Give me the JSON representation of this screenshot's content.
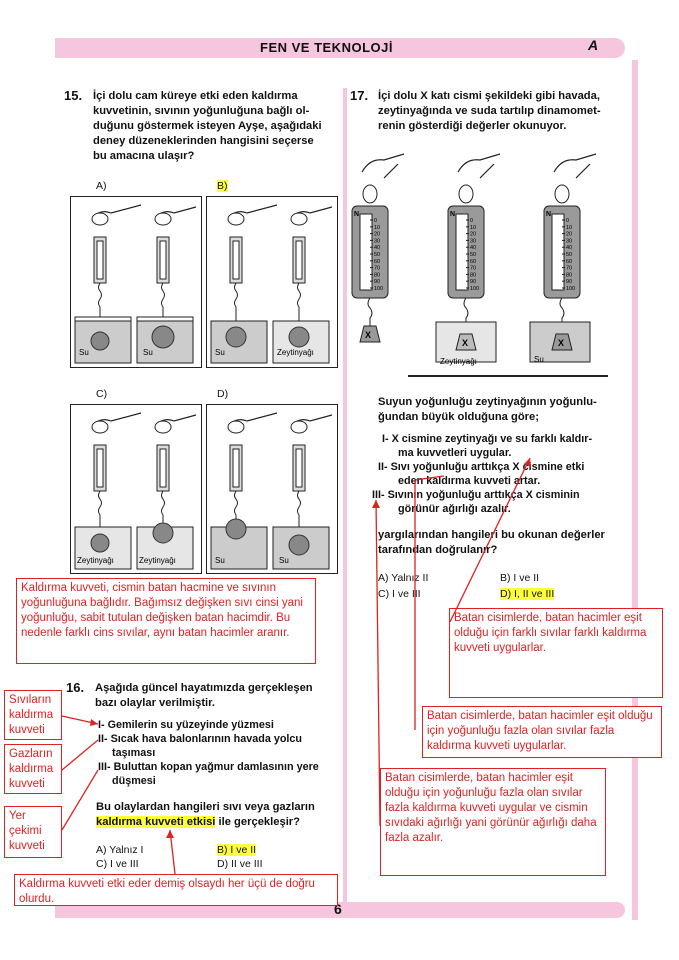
{
  "header": {
    "title": "FEN VE TEKNOLOJİ",
    "letter": "A"
  },
  "page_number": "6",
  "q15": {
    "number": "15.",
    "text": [
      "İçi dolu cam küreye etki eden kaldırma",
      "kuvvetinin, sıvının yoğunluğuna bağlı ol-",
      "duğunu göstermek isteyen Ayşe, aşağıdaki",
      "deney düzeneklerinden hangisini seçerse",
      "bu amacına ulaşır?"
    ],
    "options": [
      {
        "label": "A)",
        "left": "Su",
        "right": "Su"
      },
      {
        "label": "B)",
        "left": "Su",
        "right": "Zeytinyağı"
      },
      {
        "label": "C)",
        "left": "Zeytinyağı",
        "right": "Zeytinyağı"
      },
      {
        "label": "D)",
        "left": "Su",
        "right": "Su"
      }
    ],
    "note": "Kaldırma kuvveti, cismin batan hacmine ve sıvının yoğunluğuna bağlıdır. Bağımsız değişken sıvı cinsi yani yoğunluğu, sabit tutulan değişken batan hacimdir. Bu nedenle farklı cins sıvılar, aynı batan hacimler aranır."
  },
  "q16": {
    "number": "16.",
    "text": [
      "Aşağıda güncel hayatımızda gerçekleşen",
      "bazı olaylar verilmiştir."
    ],
    "items": [
      {
        "roman": "I-",
        "text": "Gemilerin su yüzeyinde yüzmesi"
      },
      {
        "roman": "II-",
        "text": "Sıcak hava balonlarının havada yolcu",
        "text2": "taşıması"
      },
      {
        "roman": "III-",
        "text": "Buluttan kopan yağmur damlasının yere",
        "text2": "düşmesi"
      }
    ],
    "question": [
      "Bu olaylardan hangileri sıvı veya gazların"
    ],
    "question_hl": "kaldırma kuvveti etkisi",
    "question_rest": " ile gerçekleşir?",
    "options": [
      "A) Yalnız I",
      "B) I ve II",
      "C) I ve III",
      "D) II ve III"
    ],
    "side_notes": [
      "Sıvıların kaldırma kuvveti",
      "Gazların kaldırma kuvveti",
      "Yer çekimi kuvveti"
    ],
    "bottom_note": "Kaldırma kuvveti etki eder demiş olsaydı her üçü de doğru olurdu."
  },
  "q17": {
    "number": "17.",
    "text": [
      "İçi dolu X katı cismi şekildeki gibi havada,",
      "zeytinyağında ve suda tartılıp dinamomet-",
      "renin gösterdiği değerler okunuyor."
    ],
    "dyn_ticks": [
      "0",
      "10",
      "20",
      "30",
      "40",
      "50",
      "60",
      "70",
      "80",
      "90",
      "100"
    ],
    "dyn_unit": "N",
    "body_label": "X",
    "liquid_labels": [
      "Zeytinyağı",
      "Su"
    ],
    "premise": [
      "Suyun yoğunluğu zeytinyağının yoğunlu-",
      "ğundan büyük olduğuna göre;"
    ],
    "statements": [
      {
        "roman": "I-",
        "text": "X cismine zeytinyağı ve su farklı kaldır-",
        "text2": "ma kuvvetleri uygular."
      },
      {
        "roman": "II-",
        "text": "Sıvı yoğunluğu arttıkça X cismine etki",
        "text2": "eden kaldırma kuvveti artar."
      },
      {
        "roman": "III-",
        "text": "Sıvının yoğunluğu arttıkça X cisminin",
        "text2": "görünür ağırlığı azalır."
      }
    ],
    "ask": [
      "yargılarından hangileri bu okunan değerler",
      "tarafından doğrulanır?"
    ],
    "options": [
      "A) Yalnız II",
      "B) I ve II",
      "C) I ve III",
      "D) I, II ve III"
    ],
    "notes": [
      "Batan cisimlerde, batan hacimler eşit olduğu için farklı sıvılar farklı kaldırma kuvveti uygularlar.",
      "Batan cisimlerde, batan hacimler eşit olduğu için yoğunluğu fazla olan sıvılar fazla kaldırma kuvveti uygularlar.",
      "Batan cisimlerde, batan hacimler eşit olduğu için yoğunluğu fazla olan sıvılar fazla kaldırma kuvveti uygular ve cismin sıvıdaki ağırlığı yani görünür ağırlığı daha fazla azalır."
    ]
  }
}
